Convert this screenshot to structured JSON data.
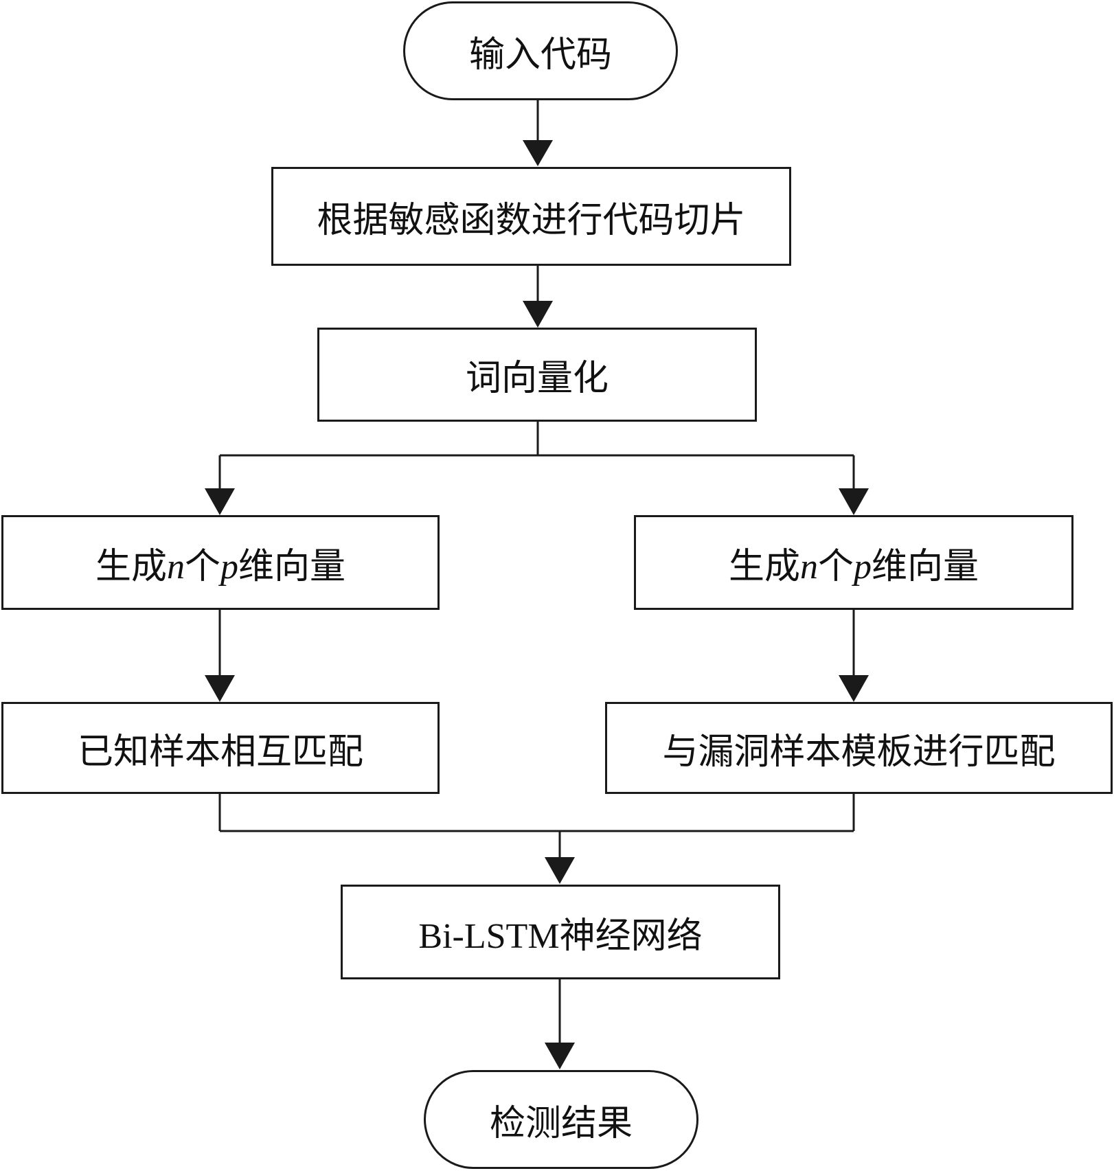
{
  "nodes": {
    "start": "输入代码",
    "slice": "根据敏感函数进行代码切片",
    "embed": "词向量化",
    "gen_left": {
      "pre": "生成",
      "n": "n",
      "mid": "个",
      "p": "p",
      "post": "维向量"
    },
    "gen_right": {
      "pre": "生成",
      "n": "n",
      "mid": "个",
      "p": "p",
      "post": "维向量"
    },
    "match_known": "已知样本相互匹配",
    "match_template": "与漏洞样本模板进行匹配",
    "model_latin": "Bi-LSTM",
    "model_cjk": "神经网络",
    "end": "检测结果"
  },
  "colors": {
    "stroke": "#1a1a1a",
    "text": "#111111",
    "background": "#ffffff"
  }
}
